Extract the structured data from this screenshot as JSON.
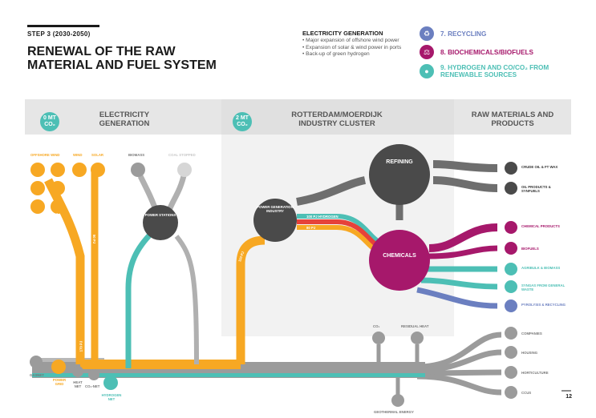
{
  "header": {
    "step": "STEP 3 (2030-2050)",
    "title": "RENEWAL OF THE RAW MATERIAL AND FUEL SYSTEM"
  },
  "electricity_box": {
    "heading": "ELECTRICITY GENERATION",
    "bullets": [
      "Major expansion of offshore wind power",
      "Expansion of solar & wind power in ports",
      "Back-up of green hydrogen"
    ]
  },
  "legend": [
    {
      "label": "7. RECYCLING",
      "color": "#6b7fc0",
      "icon": "recycle-icon"
    },
    {
      "label": "8. BIOCHEMICALS/BIOFUELS",
      "color": "#a6186b",
      "icon": "flask-icon"
    },
    {
      "label": "9. HYDROGEN AND CO/CO₂ FROM RENEWABLE SOURCES",
      "color": "#4dbfb5",
      "icon": "droplet-icon"
    }
  ],
  "bands": {
    "left": {
      "badge_line1": "0 MT",
      "badge_line2": "CO₂",
      "label": "ELECTRICITY GENERATION"
    },
    "middle": {
      "badge_line1": "2 MT",
      "badge_line2": "CO₂",
      "label": "ROTTERDAM/MOERDIJK INDUSTRY CLUSTER"
    },
    "right": {
      "label": "RAW MATERIALS AND PRODUCTS"
    }
  },
  "sources": {
    "offshore": "OFFSHORE WIND",
    "wind": "WIND",
    "solar": "SOLAR",
    "biomass": "BIOMASS",
    "coal": "COAL STOPPED"
  },
  "nodes": {
    "power_stations": "POWER STATIONS",
    "power_gen": "POWER GENERATION INDUSTRY",
    "refining": "REFINING",
    "chemicals": "CHEMICALS"
  },
  "flow_labels": {
    "pj100": "100 PJ",
    "pj50": "50 PJ",
    "pj170": "170 PJ",
    "pj110": "110 PJ",
    "backup": "BACKUP GREEN HYDROGEN",
    "h2": "100 PJ HYDROGEN",
    "pj80": "80 PJ"
  },
  "products": [
    "CRUDE OIL & FT WAX",
    "OIL PRODUCTS & SYNFUELS",
    "CHEMICAL PRODUCTS",
    "BIOFUELS",
    "AGRIBULK & BIOMASS",
    "SYNGAS FROM GENERAL WASTE",
    "PYROLYSIS & RECYCLING"
  ],
  "bottom_outputs": [
    "COMPANIES",
    "HOUSING",
    "HORTICULTURE",
    "CCUS"
  ],
  "bottom_left": {
    "gasnet": "GASNET",
    "power_grid": "POWER GRID",
    "heat_net": "HEAT NET",
    "co2_net": "CO₂-NET",
    "hydrogen_net": "HYDROGEN NET"
  },
  "bottom_mid": {
    "co2": "CO₂",
    "residual_heat": "RESIDUAL HEAT",
    "geothermal": "GEOTHERMAL ENERGY"
  },
  "page_number": "12",
  "colors": {
    "orange": "#f7a823",
    "grey": "#9b9b9b",
    "dark": "#4a4a4a",
    "magenta": "#a6186b",
    "teal": "#4dbfb5",
    "purple": "#6b7fc0",
    "red": "#e6423a",
    "lightband": "#e6e6e6",
    "midband": "#f2f2f2"
  }
}
